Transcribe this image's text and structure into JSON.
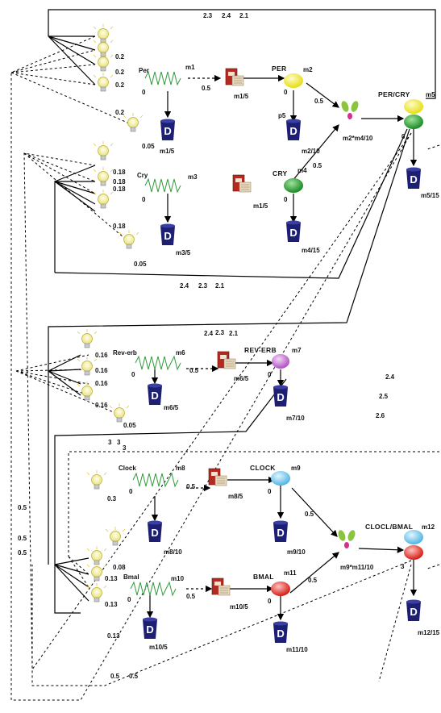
{
  "genes": {
    "per": {
      "label": "Per",
      "id": "m1",
      "rate": "m1/5",
      "basal": "0.05",
      "feedback": [
        "0.2",
        "0.2",
        "0.2",
        "0.2"
      ],
      "zero": "0"
    },
    "cry": {
      "label": "Cry",
      "id": "m3",
      "rate": "m3/5",
      "basal": "0.05",
      "feedback": [
        "0.18",
        "0.18",
        "0.18",
        "0.18"
      ],
      "zero": "0"
    },
    "reverb": {
      "label": "Rev-erb",
      "id": "m6",
      "rate": "m6/5",
      "basal": "0.05",
      "feedback": [
        "0.16",
        "0.16",
        "0.16",
        "0.16"
      ],
      "zero": "0"
    },
    "clock": {
      "label": "Clock",
      "id": "m8",
      "rate": "m8/10",
      "basal": "0.3",
      "zero": "0"
    },
    "bmal": {
      "label": "Bmal",
      "id": "m10",
      "rate": "m10/5",
      "basal": "0.13",
      "feedback": [
        "0.08",
        "0.13",
        "0.13"
      ],
      "zero": "0"
    }
  },
  "mrna": {
    "m1": {
      "rate": "m1/5",
      "tl": "0.5"
    },
    "m1b": {
      "rate": "m1/5"
    },
    "m6": {
      "rate": "m6/5",
      "tl": "0.5"
    },
    "m8": {
      "rate": "m8/5",
      "tl": "0.5"
    },
    "m10": {
      "rate": "m10/5",
      "tl": "0.5"
    }
  },
  "proteins": {
    "per": {
      "label": "PER",
      "id": "m2",
      "zero": "0",
      "deg": "p5",
      "bind": "0.5"
    },
    "cry": {
      "label": "CRY",
      "id": "m4",
      "zero": "0",
      "deg": "m4/15",
      "bind": "0.5",
      "binding": "m2/10"
    },
    "reverb": {
      "label": "REV-ERB",
      "id": "m7",
      "zero": "0",
      "deg": "m7/10"
    },
    "clock": {
      "label": "CLOCK",
      "id": "m9",
      "zero": "0",
      "deg": "m9/10",
      "bind": "0.5"
    },
    "bmal": {
      "label": "BMAL",
      "id": "m11",
      "zero": "0",
      "deg": "m11/10",
      "bind": "0.5"
    }
  },
  "complexes": {
    "percry": {
      "label": "PER/CRY",
      "id": "m5",
      "formation": "m2*m4/10",
      "deg": "m5/15",
      "zero": "0"
    },
    "clockbmal": {
      "label": "CLOCL/BMAL",
      "id": "m12",
      "formation": "m9*m11/10",
      "deg": "m12/15",
      "zero": "3"
    }
  },
  "weights": {
    "top": [
      "2.3",
      "2.4",
      "2.1"
    ],
    "mid": [
      "2.4",
      "2.3",
      "2.1"
    ],
    "rev": [
      "2.4",
      "2.3",
      "2.1"
    ],
    "right": [
      "2.4",
      "2.5",
      "2.6"
    ],
    "three": [
      "3",
      "3",
      "3"
    ],
    "left": [
      "0.5",
      "0.5",
      "0.5"
    ],
    "bottom": [
      "0.5",
      "0.5"
    ]
  },
  "icons": {
    "bulb": "lightbulb-icon",
    "spring": "promoter-spring-icon",
    "mrna": "mrna-book-icon",
    "bin": "degradation-bin-icon",
    "dimer": "dimer-icon"
  },
  "colors": {
    "per": "#f1e91e",
    "cry": "#22a32e",
    "reverb": "#c873d4",
    "clock": "#78c9ec",
    "bmal": "#ee2b22",
    "bin": "#1c1f74",
    "spring": "#2f9a3a",
    "dimer": "#8bc53f"
  }
}
